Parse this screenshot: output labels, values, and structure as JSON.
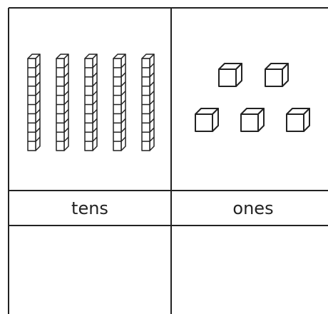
{
  "table": {
    "columns": [
      {
        "label": "tens",
        "count": 5
      },
      {
        "label": "ones",
        "count": 5
      }
    ],
    "answer_row": [
      "",
      ""
    ]
  },
  "blocks": {
    "rod_units": 10
  },
  "colors": {
    "line": "#222222",
    "block_fill": "#ffffff"
  }
}
